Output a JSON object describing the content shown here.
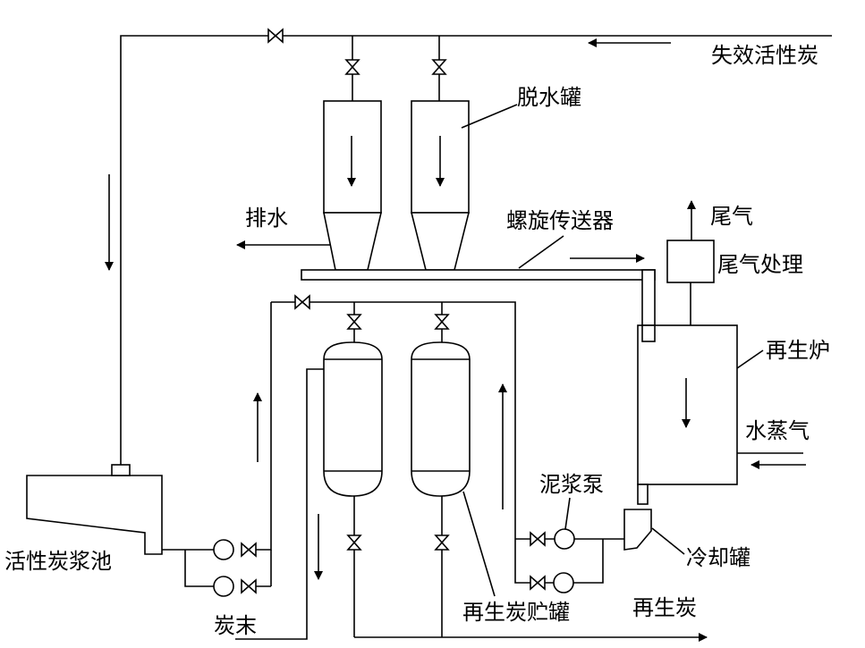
{
  "labels": {
    "spent_carbon": "失效活性炭",
    "dewatering_tank": "脱水罐",
    "drain": "排水",
    "screw_conveyor": "螺旋传送器",
    "tail_gas": "尾气",
    "tail_gas_treatment": "尾气处理",
    "regeneration_furnace": "再生炉",
    "steam": "水蒸气",
    "slurry_pump": "泥浆泵",
    "cooling_tank": "冷却罐",
    "carbon_slurry_pool": "活性炭浆池",
    "carbon_fines": "炭末",
    "regenerated_carbon_storage_tank": "再生炭贮罐",
    "regenerated_carbon": "再生炭"
  }
}
